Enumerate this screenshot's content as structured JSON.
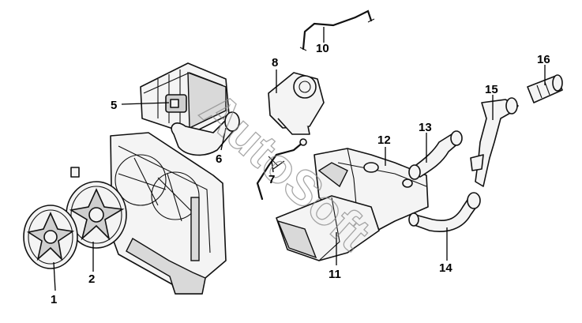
{
  "watermark": "AutoSoft",
  "callouts": [
    {
      "id": "1",
      "label": "1"
    },
    {
      "id": "2",
      "label": "2"
    },
    {
      "id": "5",
      "label": "5"
    },
    {
      "id": "6",
      "label": "6"
    },
    {
      "id": "7",
      "label": "7"
    },
    {
      "id": "8",
      "label": "8"
    },
    {
      "id": "10",
      "label": "10"
    },
    {
      "id": "11",
      "label": "11"
    },
    {
      "id": "12",
      "label": "12"
    },
    {
      "id": "13",
      "label": "13"
    },
    {
      "id": "14",
      "label": "14"
    },
    {
      "id": "15",
      "label": "15"
    },
    {
      "id": "16",
      "label": "16"
    }
  ]
}
